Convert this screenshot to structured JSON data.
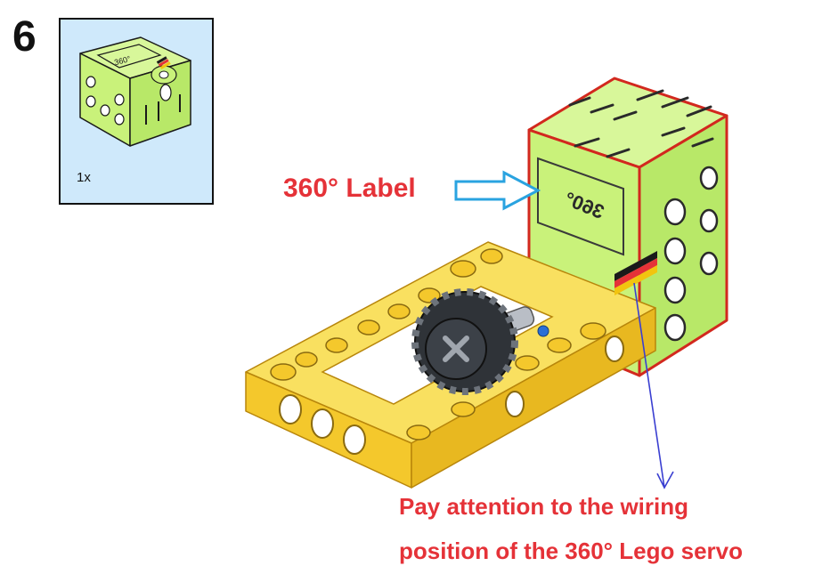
{
  "step": {
    "number": "6"
  },
  "parts": {
    "count_label": "1x",
    "servo_marking": "360°"
  },
  "main": {
    "servo_marking": "360°"
  },
  "callouts": {
    "label": "360° Label",
    "note_line1": "Pay attention to the wiring",
    "note_line2": "position of the 360° Lego servo"
  },
  "colors": {
    "servo_green": "#c9f27a",
    "frame_yellow": "#f7d23a",
    "callout_red": "#e53238",
    "label_arrow": "#2aa3e0",
    "wire_arrow": "#3a3fd1",
    "parts_bg": "#cfe9fb"
  }
}
